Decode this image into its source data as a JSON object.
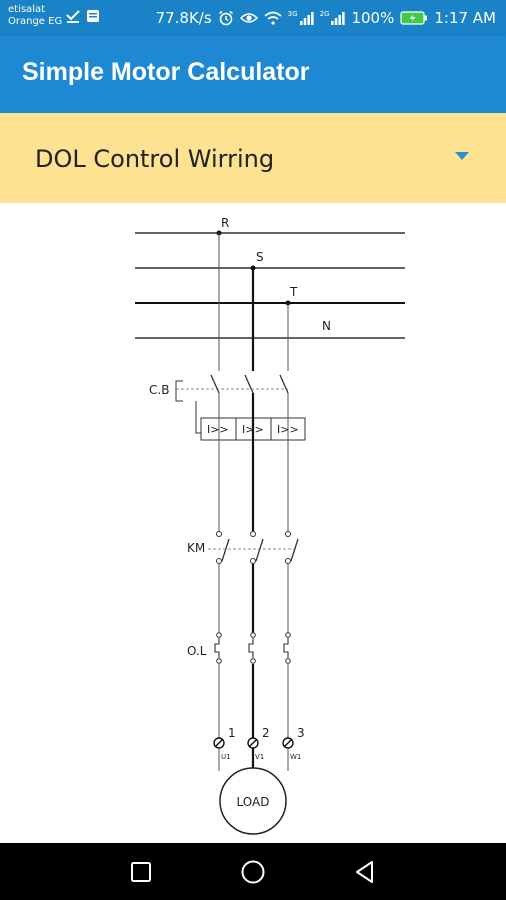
{
  "status_bar": {
    "carrier_1": "etisalat",
    "carrier_2": "Orange EG",
    "speed": "77.8K/s",
    "net_1": "3G",
    "net_2": "2G",
    "battery": "100%",
    "time": "1:17 AM"
  },
  "app_bar": {
    "title": "Simple Motor Calculator"
  },
  "spinner": {
    "selected": "DOL Control Wirring"
  },
  "diagram": {
    "phase_r": "R",
    "phase_s": "S",
    "phase_t": "T",
    "neutral": "N",
    "breaker_label": "C.B",
    "trip_1": "I>>",
    "trip_2": "I>>",
    "trip_3": "I>>",
    "contactor_label": "KM",
    "overload_label": "O.L",
    "terminal_1": "1",
    "terminal_2": "2",
    "terminal_3": "3",
    "term_u1": "U1",
    "term_v1": "V1",
    "term_w1": "W1",
    "load_label": "LOAD"
  },
  "colors": {
    "status_bar": "#1a83c7",
    "app_bar": "#1e88d3",
    "spinner_bg": "#fde291",
    "spinner_arrow": "#2a8fd6",
    "nav_bar": "#000000"
  },
  "icons": {
    "back": "back-triangle-icon",
    "home": "home-circle-icon",
    "recents": "recents-square-icon"
  }
}
